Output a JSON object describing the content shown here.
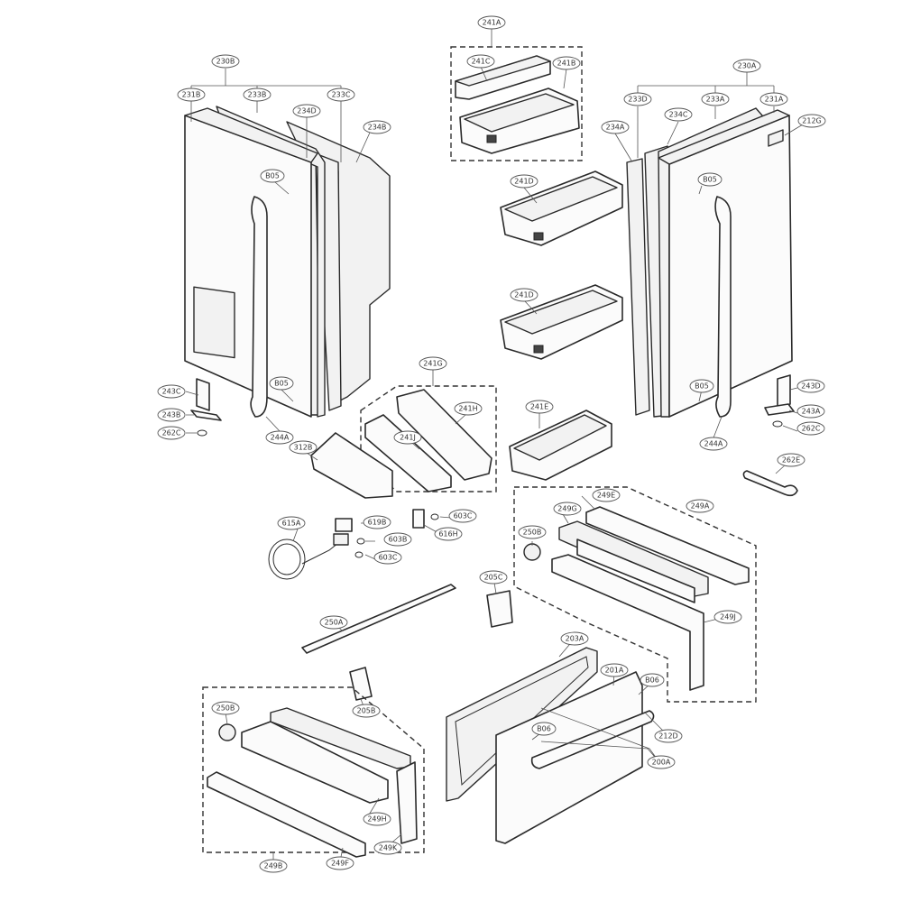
{
  "labels": {
    "l230B": "230B",
    "l231B": "231B",
    "l233B": "233B",
    "l233C": "233C",
    "l234D": "234D",
    "l234B": "234B",
    "lB05a": "B05",
    "lB05b": "B05",
    "l243C": "243C",
    "l243B": "243B",
    "l262Ca": "262C",
    "l244Aa": "244A",
    "l241A": "241A",
    "l241C": "241C",
    "l241B": "241B",
    "l241Da": "241D",
    "l241Db": "241D",
    "l241G": "241G",
    "l241H": "241H",
    "l241J": "241J",
    "l241E": "241E",
    "l312B": "312B",
    "l230A": "230A",
    "l233D": "233D",
    "l233A": "233A",
    "l231A": "231A",
    "l212G": "212G",
    "l234A": "234A",
    "l234C": "234C",
    "lB05c": "B05",
    "lB05d": "B05",
    "l243D": "243D",
    "l243A": "243A",
    "l262Cb": "262C",
    "l244Ab": "244A",
    "l262E": "262E",
    "l249E": "249E",
    "l249G": "249G",
    "l249A": "249A",
    "l250Ba": "250B",
    "l249J": "249J",
    "l615A": "615A",
    "l619B": "619B",
    "l603Ca": "603C",
    "l603B": "603B",
    "l603Cb": "603C",
    "l616H": "616H",
    "l205C": "205C",
    "l250A": "250A",
    "l203A": "203A",
    "l201A": "201A",
    "lB06a": "B06",
    "lB06b": "B06",
    "l212D": "212D",
    "l200A": "200A",
    "l205B": "205B",
    "l250Bb": "250B",
    "l249H": "249H",
    "l249K": "249K",
    "l249B": "249B",
    "l249F": "249F"
  }
}
